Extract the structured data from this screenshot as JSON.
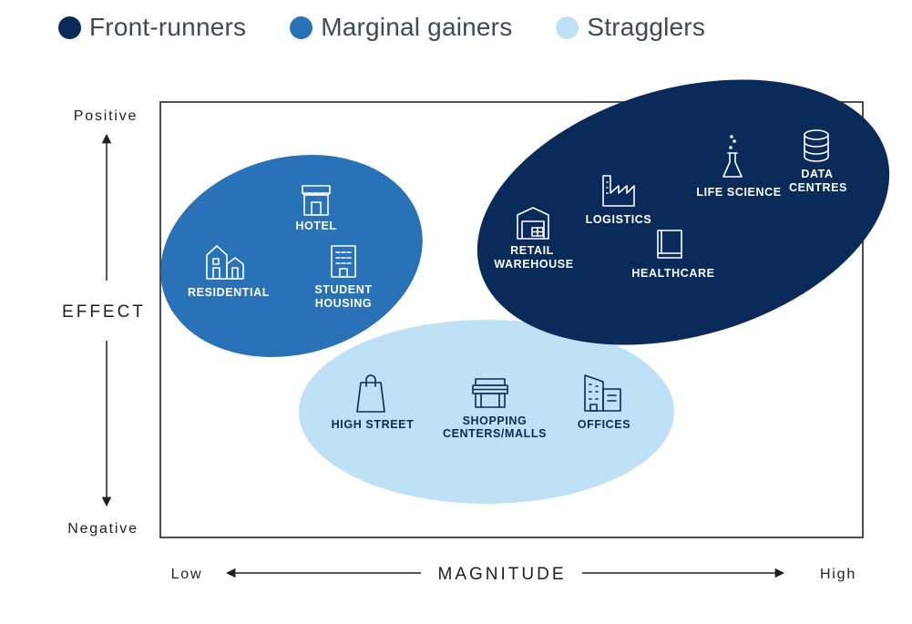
{
  "legend": {
    "items": [
      {
        "label": "Front-runners",
        "color": "#0a2a5a"
      },
      {
        "label": "Marginal gainers",
        "color": "#2a72b8"
      },
      {
        "label": "Stragglers",
        "color": "#bfe1f6"
      }
    ]
  },
  "axes": {
    "y_title": "EFFECT",
    "y_top": "Positive",
    "y_bottom": "Negative",
    "x_title": "MAGNITUDE",
    "x_left": "Low",
    "x_right": "High"
  },
  "groups": {
    "marginal": {
      "color": "#2a72b8",
      "items": {
        "hotel": [
          "HOTEL"
        ],
        "residential": [
          "RESIDENTIAL"
        ],
        "student": [
          "STUDENT",
          "HOUSING"
        ]
      },
      "icons": {
        "hotel": "storefront-icon",
        "residential": "house-icon",
        "student": "apartment-building-icon"
      }
    },
    "front": {
      "color": "#0a2a5a",
      "items": {
        "retail": [
          "RETAIL",
          "WAREHOUSE"
        ],
        "logistics": [
          "LOGISTICS"
        ],
        "healthcare": [
          "HEALTHCARE"
        ],
        "life": [
          "LIFE SCIENCE"
        ],
        "data": [
          "DATA",
          "CENTRES"
        ]
      },
      "icons": {
        "retail": "warehouse-icon",
        "logistics": "factory-icon",
        "healthcare": "book-icon",
        "life": "flask-icon",
        "data": "database-icon"
      }
    },
    "stragglers": {
      "color": "#bfe1f6",
      "items": {
        "high": [
          "HIGH STREET"
        ],
        "shopping": [
          "SHOPPING",
          "CENTERS/MALLS"
        ],
        "offices": [
          "OFFICES"
        ]
      },
      "icons": {
        "high": "shopping-bag-icon",
        "shopping": "mall-icon",
        "offices": "office-building-icon"
      }
    }
  }
}
